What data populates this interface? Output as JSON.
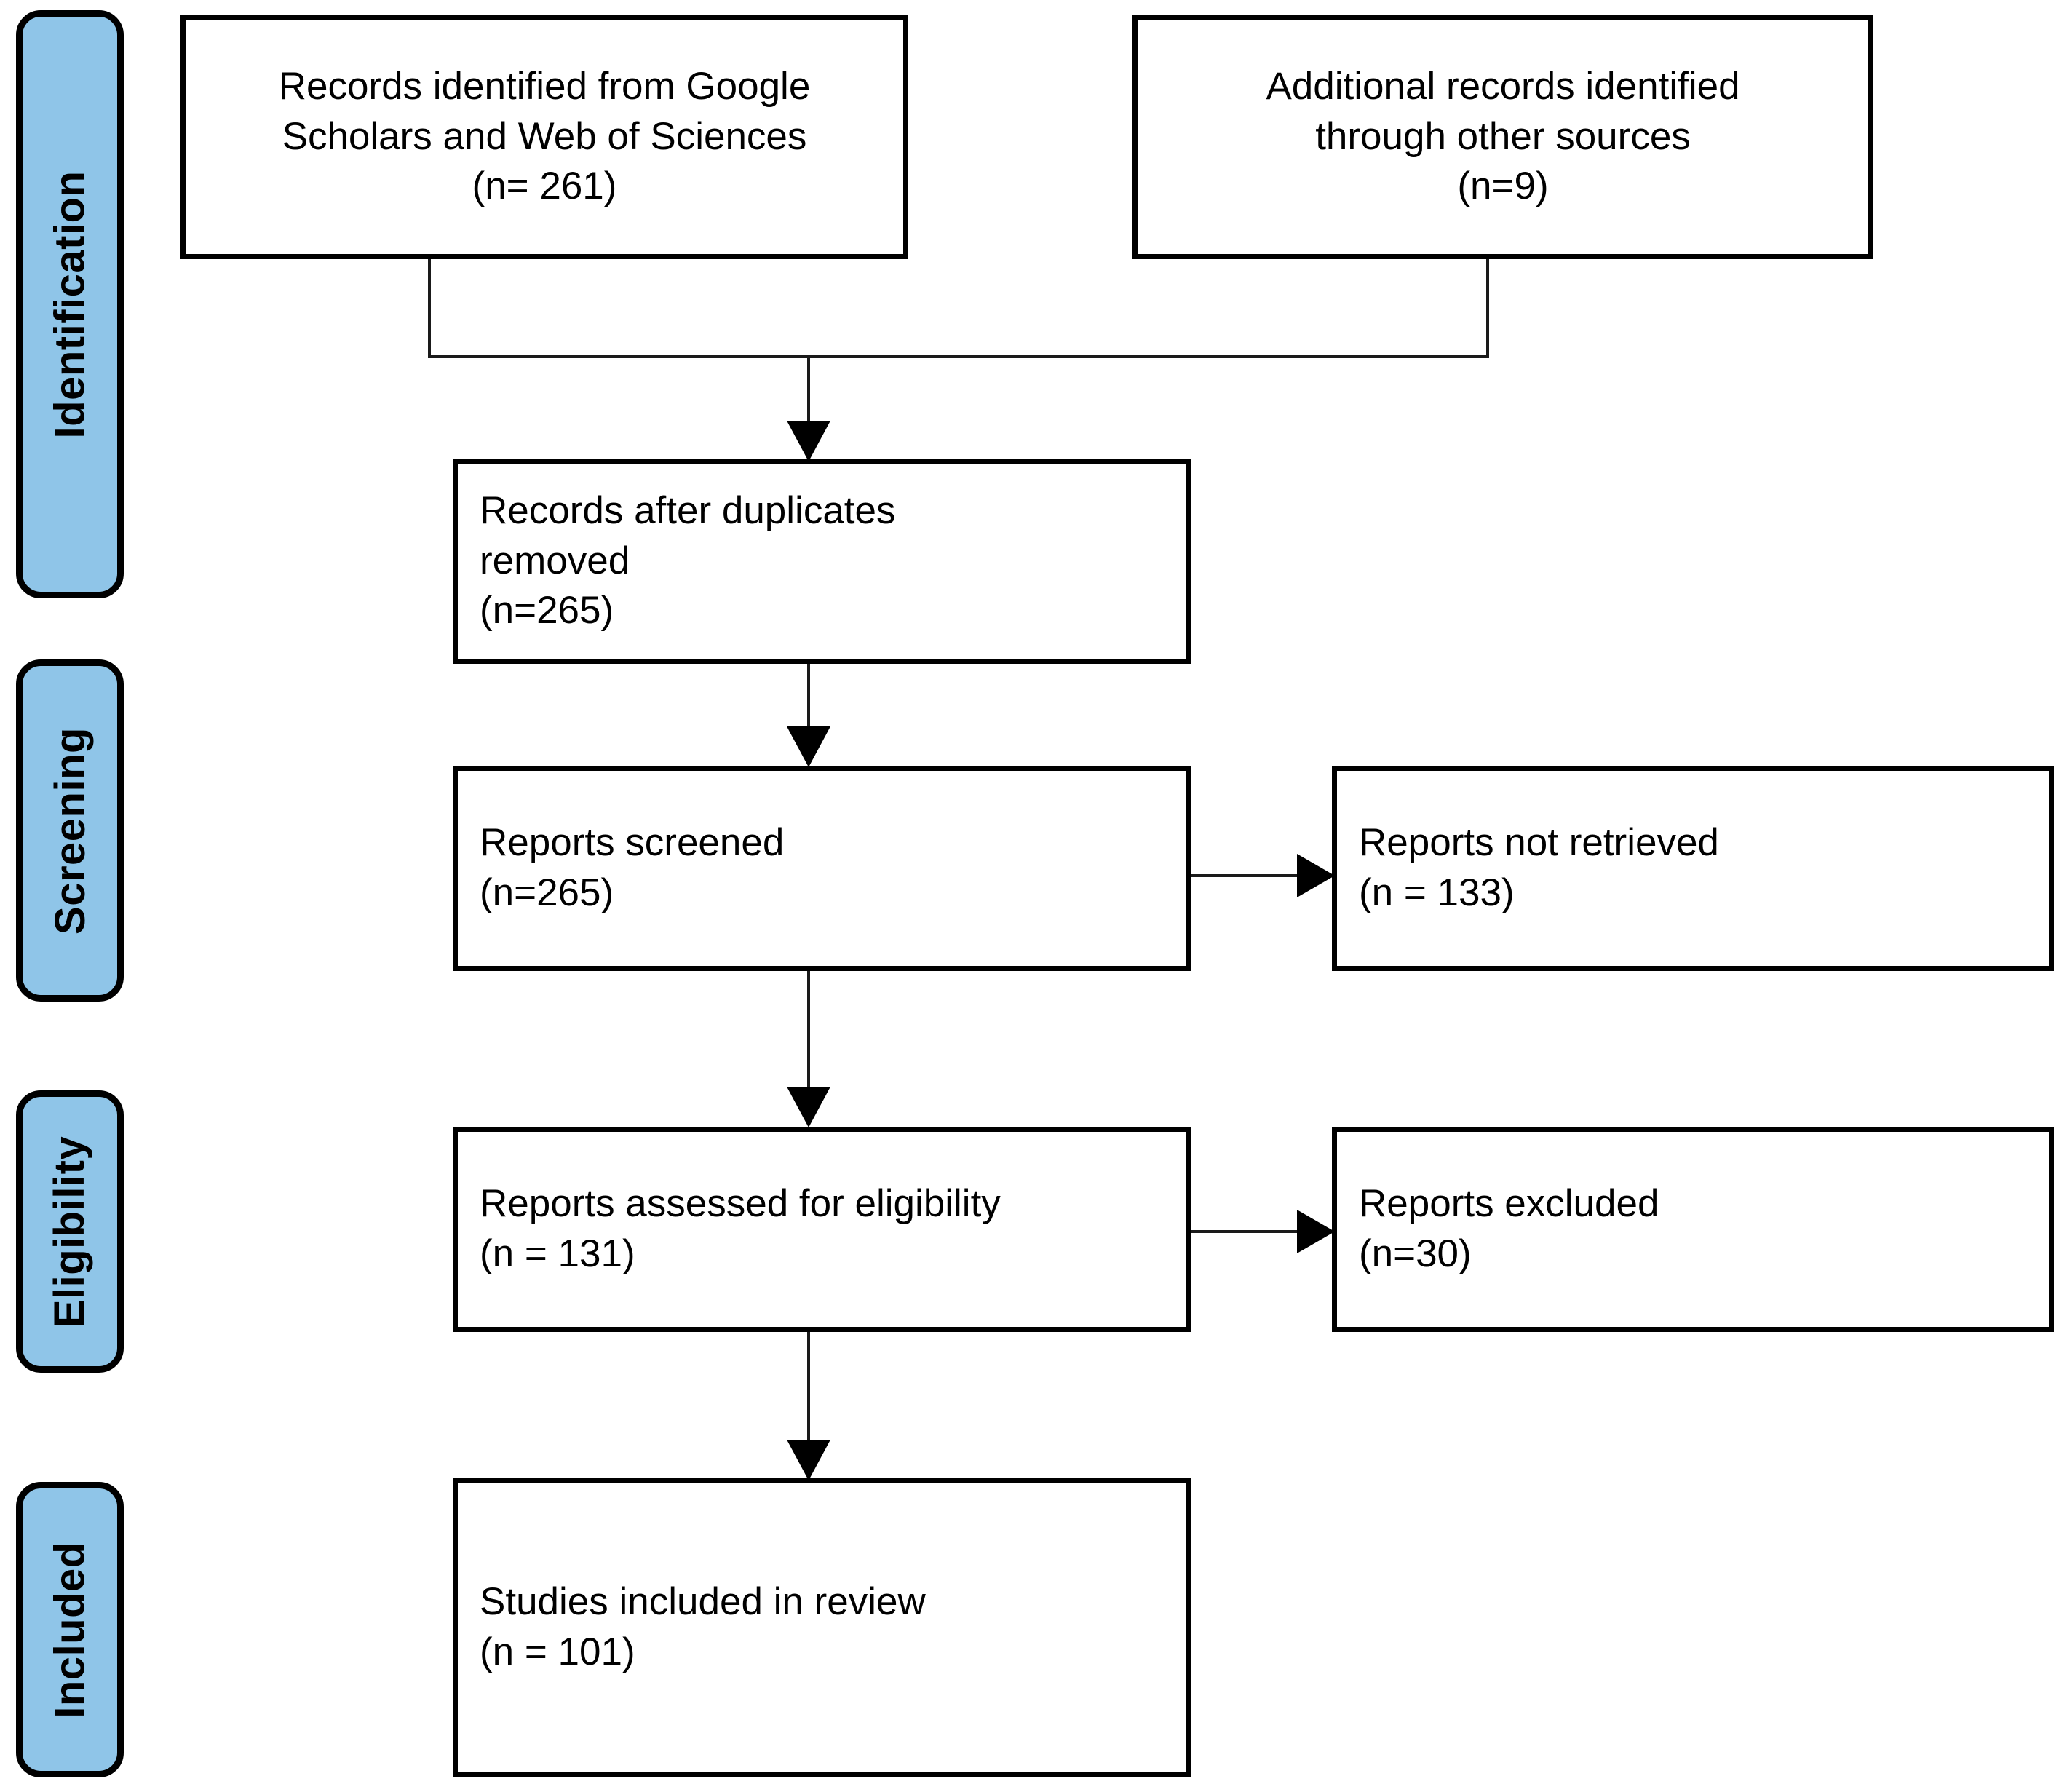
{
  "diagram": {
    "type": "prisma-flow-diagram",
    "stages": [
      {
        "id": "identification",
        "label": "Identification"
      },
      {
        "id": "screening",
        "label": "Screening"
      },
      {
        "id": "eligibility",
        "label": "Eligibility"
      },
      {
        "id": "included",
        "label": "Included"
      }
    ],
    "boxes": [
      {
        "id": "records-identified",
        "text": "Records identified from Google\nScholars and Web of Sciences\n(n= 261)",
        "count": 261
      },
      {
        "id": "additional-records",
        "text": "Additional records identified\nthrough other sources\n(n=9)",
        "count": 9
      },
      {
        "id": "records-after-duplicates",
        "text": "Records after duplicates\nremoved\n(n=265)",
        "count": 265
      },
      {
        "id": "reports-screened",
        "text": "Reports screened\n(n=265)",
        "count": 265
      },
      {
        "id": "reports-not-retrieved",
        "text": "Reports not retrieved\n(n = 133)",
        "count": 133
      },
      {
        "id": "reports-assessed",
        "text": "Reports assessed for eligibility\n(n = 131)",
        "count": 131
      },
      {
        "id": "reports-excluded",
        "text": "Reports excluded\n(n=30)",
        "count": 30
      },
      {
        "id": "studies-included",
        "text": "Studies included in review\n(n = 101)",
        "count": 101
      }
    ],
    "colors": {
      "stage_fill": "#8FC5E8",
      "stroke": "#000000",
      "box_fill": "#ffffff"
    }
  }
}
